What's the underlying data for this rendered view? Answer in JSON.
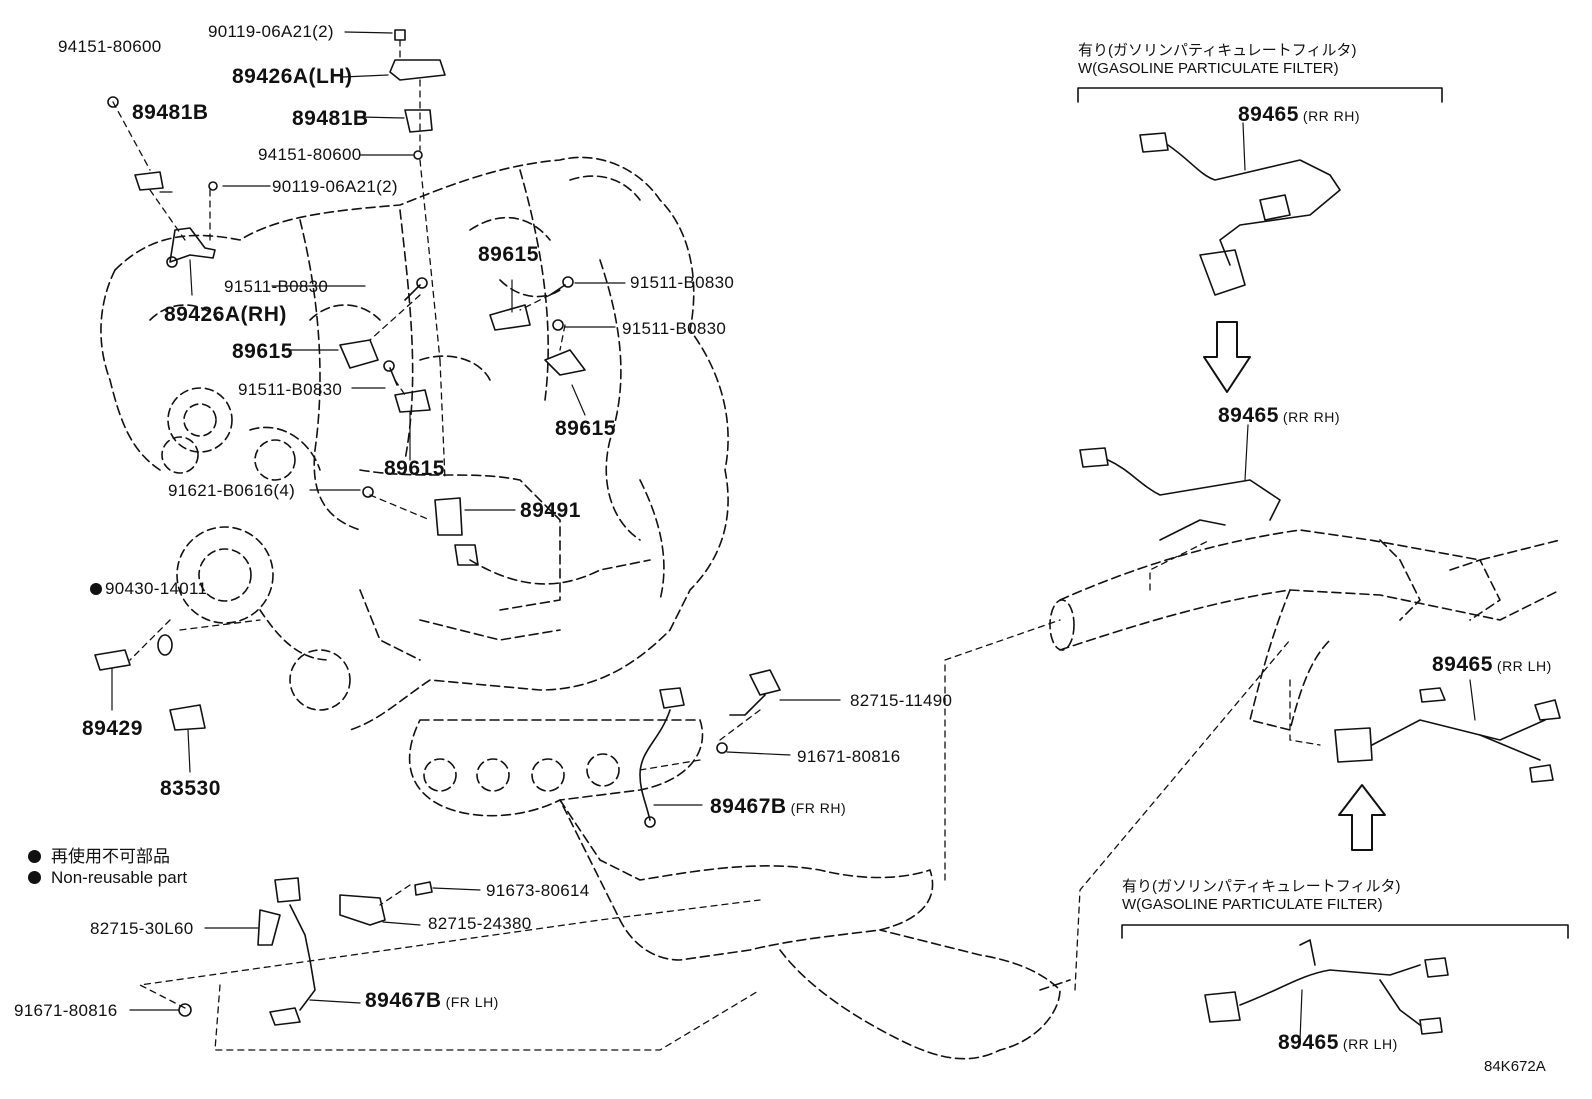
{
  "figure_code": "84K672A",
  "legend": {
    "jp": "再使用不可部品",
    "en": "Non-reusable part"
  },
  "gpf_note": {
    "jp": "有り(ガソリンパティキュレートフィルタ)",
    "en": "W(GASOLINE PARTICULATE FILTER)"
  },
  "callouts": {
    "p94151_top": "94151-80600",
    "p90119_top": "90119-06A21(2)",
    "p89426A_lh": "89426A(LH)",
    "p89481B_left": "89481B",
    "p89481B_mid": "89481B",
    "p94151_mid": "94151-80600",
    "p90119_mid": "90119-06A21(2)",
    "p89615_a": "89615",
    "p91511_a": "91511-B0830",
    "p91511_b": "91511-B0830",
    "p91511_c": "91511-B0830",
    "p89426A_rh": "89426A(RH)",
    "p89615_b": "89615",
    "p91511_d": "91511-B0830",
    "p89615_c": "89615",
    "p89615_d": "89615",
    "p91621": "91621-B0616(4)",
    "p89491": "89491",
    "p90430": "90430-14011",
    "p89429": "89429",
    "p83530": "83530",
    "p82715_11490": "82715-11490",
    "p91671_a": "91671-80816",
    "p89467B_fr_rh": "89467B",
    "p89467B_fr_rh_sub": "(FR RH)",
    "p91673": "91673-80614",
    "p82715_30l60": "82715-30L60",
    "p82715_24380": "82715-24380",
    "p91671_b": "91671-80816",
    "p89467B_fr_lh": "89467B",
    "p89467B_fr_lh_sub": "(FR LH)",
    "p89465_a": "89465",
    "p89465_a_sub": "(RR RH)",
    "p89465_b": "89465",
    "p89465_b_sub": "(RR RH)",
    "p89465_c": "89465",
    "p89465_c_sub": "(RR LH)",
    "p89465_d": "89465",
    "p89465_d_sub": "(RR LH)"
  }
}
